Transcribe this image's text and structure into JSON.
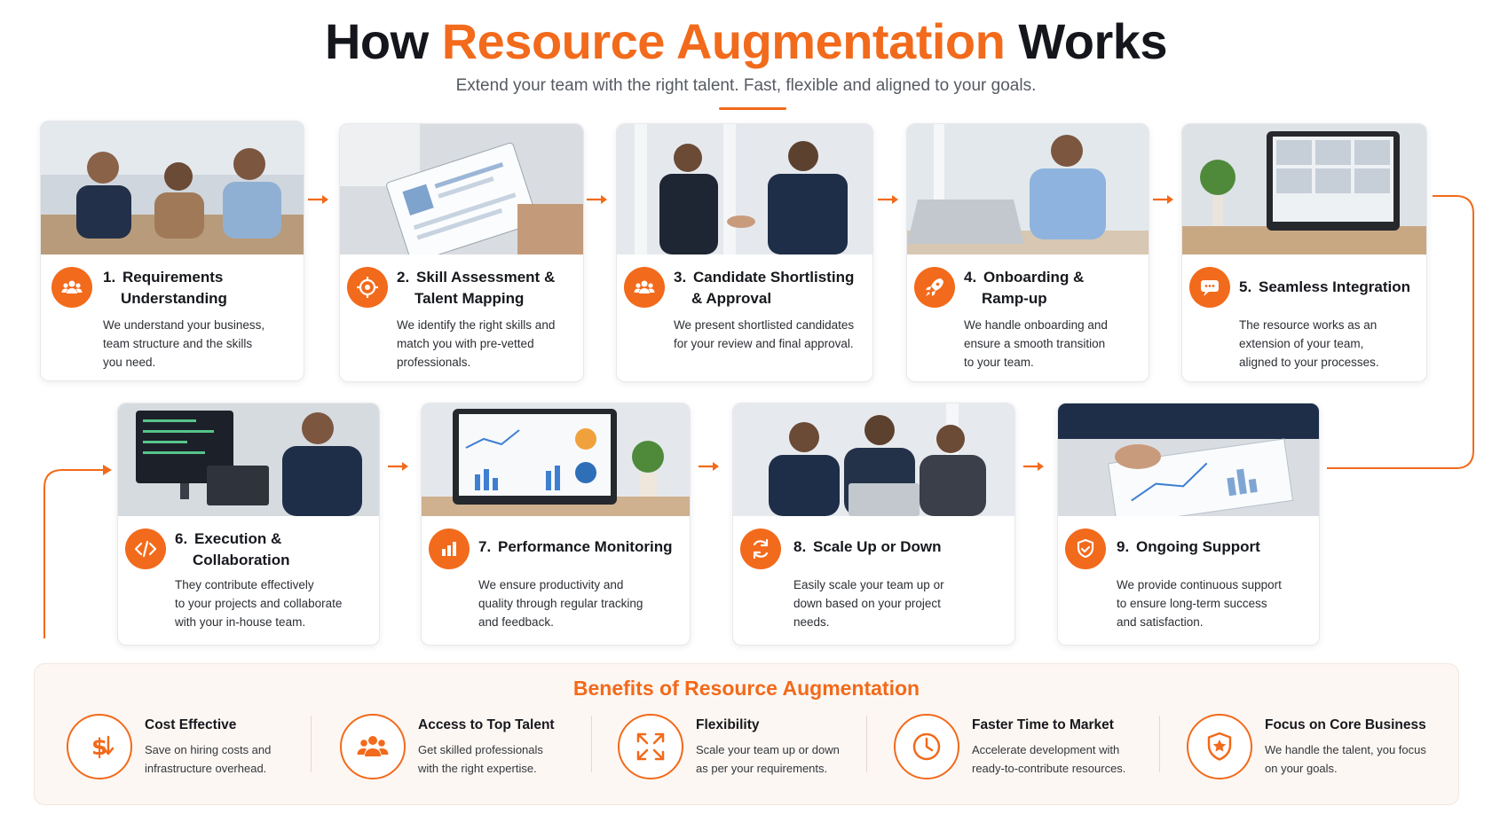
{
  "header": {
    "title_part1": "How",
    "title_highlight": "Resource Augmentation",
    "title_part2": "Works",
    "subtitle": "Extend your team with the right talent. Fast, flexible and aligned to your goals."
  },
  "colors": {
    "accent": "#f26a1b",
    "text": "#16181d",
    "muted": "#555a62"
  },
  "steps": [
    {
      "num": "1.",
      "title1": "Requirements",
      "title2": "Understanding",
      "icon": "team-icon",
      "desc": [
        "We understand your business,",
        "team structure and the skills",
        "you need."
      ]
    },
    {
      "num": "2.",
      "title1": "Skill Assessment &",
      "title2": "Talent Mapping",
      "icon": "target-icon",
      "desc": [
        "We identify the right skills and",
        "match you with pre-vetted",
        "professionals."
      ]
    },
    {
      "num": "3.",
      "title1": "Candidate Shortlisting",
      "title2": "& Approval",
      "icon": "team-icon",
      "desc": [
        "We present shortlisted candidates",
        "for your review and final approval."
      ]
    },
    {
      "num": "4.",
      "title1": "Onboarding &",
      "title2": "Ramp-up",
      "icon": "rocket-icon",
      "desc": [
        "We handle onboarding and",
        "ensure a smooth transition",
        "to your team."
      ]
    },
    {
      "num": "5.",
      "title1": "Seamless Integration",
      "title2": "",
      "icon": "chat-icon",
      "desc": [
        "The resource works as an",
        "extension of your team,",
        "aligned to your processes."
      ]
    },
    {
      "num": "6.",
      "title1": "Execution &",
      "title2": "Collaboration",
      "icon": "code-icon",
      "desc": [
        "They contribute effectively",
        "to your projects and collaborate",
        "with your in-house team."
      ]
    },
    {
      "num": "7.",
      "title1": "Performance Monitoring",
      "title2": "",
      "icon": "bar-chart-icon",
      "desc": [
        "We ensure productivity and",
        "quality through regular tracking",
        "and feedback."
      ]
    },
    {
      "num": "8.",
      "title1": "Scale Up or Down",
      "title2": "",
      "icon": "refresh-icon",
      "desc": [
        "Easily scale your team up or",
        "down based on your project",
        "needs."
      ]
    },
    {
      "num": "9.",
      "title1": "Ongoing Support",
      "title2": "",
      "icon": "shield-icon",
      "desc": [
        "We provide continuous support",
        "to ensure long-term success",
        "and satisfaction."
      ]
    }
  ],
  "benefits": {
    "title": "Benefits of Resource Augmentation",
    "items": [
      {
        "name": "Cost Effective",
        "icon": "dollar-icon",
        "desc": [
          "Save on hiring costs and",
          "infrastructure overhead."
        ]
      },
      {
        "name": "Access to Top Talent",
        "icon": "people-icon",
        "desc": [
          "Get skilled professionals",
          "with the right expertise."
        ]
      },
      {
        "name": "Flexibility",
        "icon": "expand-icon",
        "desc": [
          "Scale your team up or down",
          "as per your requirements."
        ]
      },
      {
        "name": "Faster Time to Market",
        "icon": "clock-icon",
        "desc": [
          "Accelerate development with",
          "ready-to-contribute resources."
        ]
      },
      {
        "name": "Focus on Core Business",
        "icon": "star-shield-icon",
        "desc": [
          "We handle the talent, you focus",
          "on your goals."
        ]
      }
    ]
  }
}
